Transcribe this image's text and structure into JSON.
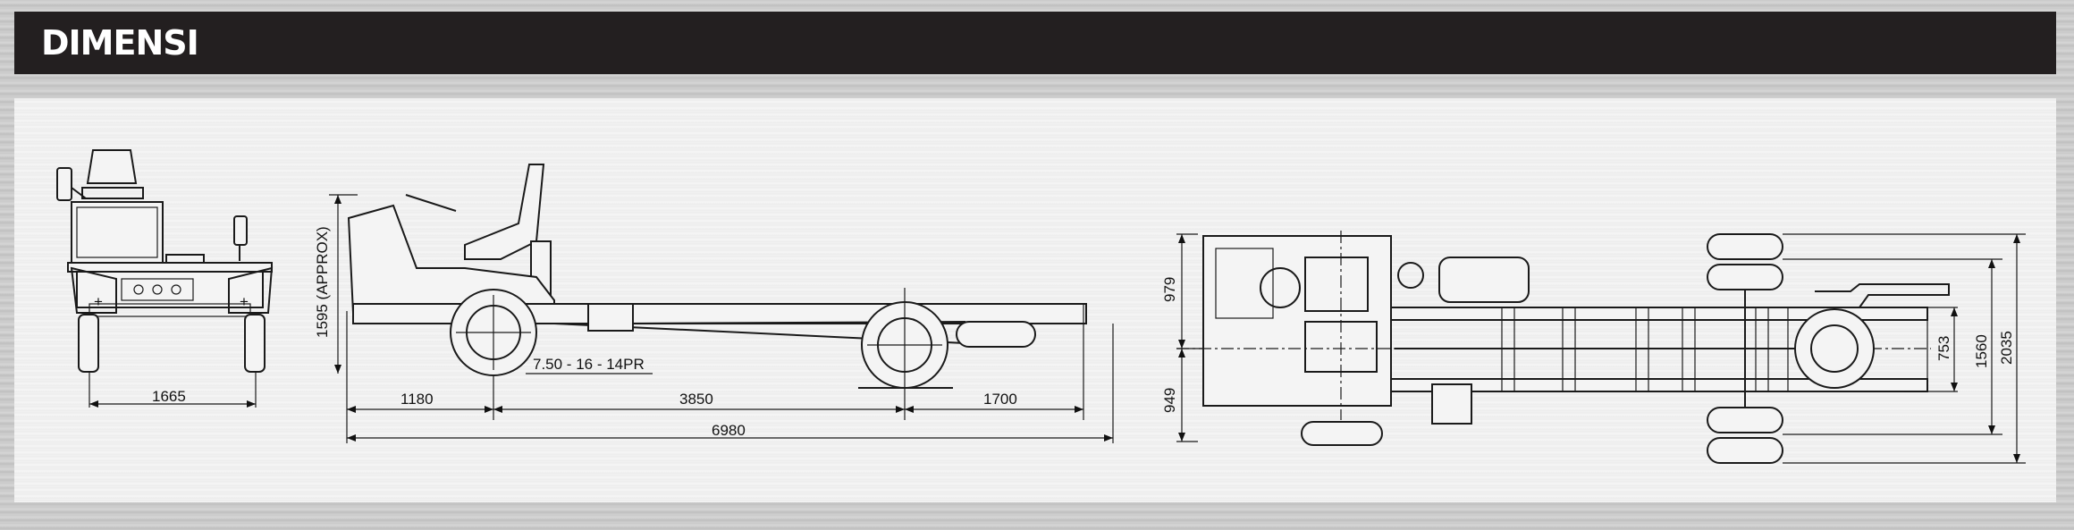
{
  "header": {
    "title": "DIMENSI"
  },
  "front_view": {
    "track_width": "1665"
  },
  "side_view": {
    "height": "1595 (APPROX)",
    "tire_spec": "7.50 - 16 - 14PR",
    "front_overhang": "1180",
    "wheelbase": "3850",
    "rear_overhang": "1700",
    "overall_length": "6980"
  },
  "top_view": {
    "front_upper": "979",
    "front_lower": "949",
    "frame_width": "753",
    "rear_track": "1560",
    "overall_width": "2035"
  }
}
